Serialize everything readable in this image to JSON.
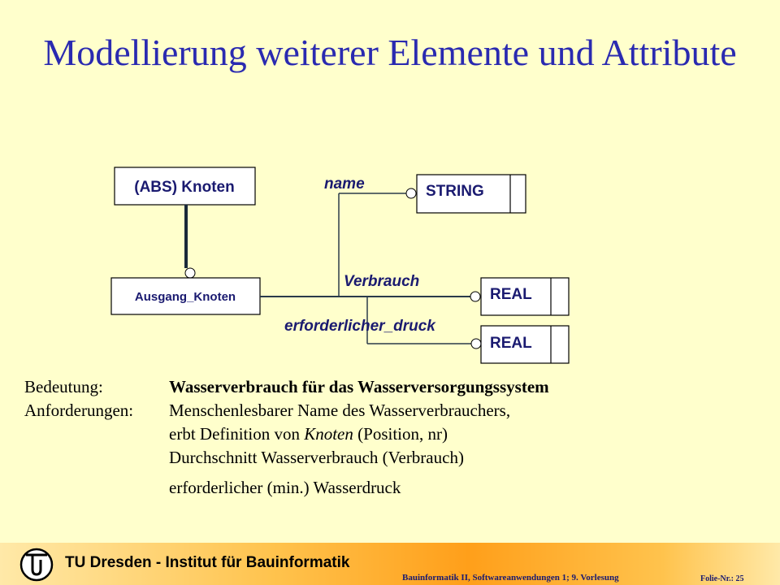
{
  "slide": {
    "title": "Modellierung weiterer Elemente und Attribute"
  },
  "diagram": {
    "supertype_box": "(ABS) Knoten",
    "entity_box": "Ausgang_Knoten",
    "attributes": [
      {
        "name": "name",
        "type": "STRING"
      },
      {
        "name": "Verbrauch",
        "type": "REAL"
      },
      {
        "name": "erforderlicher_druck",
        "type": "REAL"
      }
    ]
  },
  "description": {
    "bedeutung_label": "Bedeutung:",
    "bedeutung_text": "Wasserverbrauch für das Wasserversorgungssystem",
    "anforderungen_label": "Anforderungen:",
    "anforderungen_lines": [
      "Menschenlesbarer Name des Wasserverbrauchers,",
      "erbt Definition von ",
      "Knoten",
      " (Position, nr)",
      "Durchschnitt Wasserverbrauch (Verbrauch)",
      "erforderlicher (min.) Wasserdruck"
    ]
  },
  "footer": {
    "organization": "TU Dresden - Institut für Bauinformatik",
    "course": "Bauinformatik II, Softwareanwendungen 1;   9. Vorlesung",
    "folie": "Folie-Nr.: 25",
    "logo_icon": "tu-dresden-logo-icon"
  }
}
